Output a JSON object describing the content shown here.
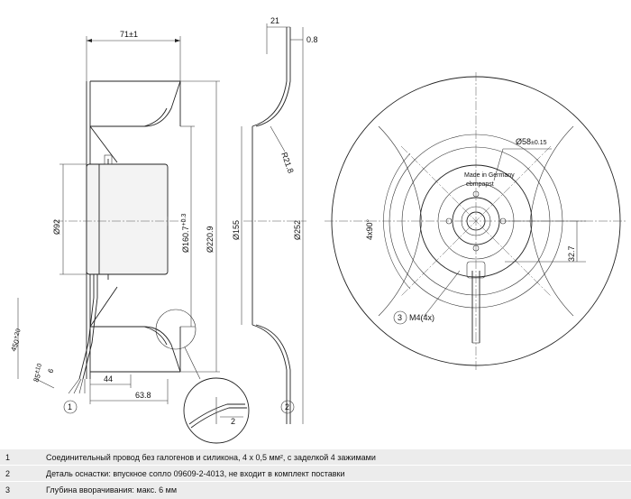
{
  "dimensions": {
    "width_71": "71±1",
    "width_21": "21",
    "width_08": "0.8",
    "radius_r218": "R21.8",
    "dia_92": "Ø92",
    "dia_1607": "Ø160.7",
    "dia_1607_tol": "+0.3",
    "dia_2209": "Ø220.9",
    "dia_155": "Ø155",
    "dia_252": "Ø252",
    "dia_58": "Ø58",
    "dia_58_tol": "±0.15",
    "angle_4x90": "4x90°",
    "dist_327": "32.7",
    "thread_m4": "M4(4x)",
    "cable_450": "450",
    "cable_450_tol": "+20",
    "cable_85": "85",
    "cable_85_tol": "±10",
    "cable_6": "6",
    "dist_44": "44",
    "dist_638": "63.8",
    "detail_2": "2"
  },
  "callouts": {
    "c1": "1",
    "c2": "2",
    "c3": "3"
  },
  "hub_labels": {
    "made_in_germany": "Made in Germany",
    "brand": "ebmpapst"
  },
  "notes": [
    {
      "num": "1",
      "text": "Соединительный провод без галогенов и силикона, 4 x 0,5 мм², с заделкой 4 зажимами"
    },
    {
      "num": "2",
      "text": "Деталь оснастки: впускное сопло 09609-2-4013, не входит в комплект поставки"
    },
    {
      "num": "3",
      "text": "Глубина вворачивания: макс. 6 мм"
    }
  ]
}
